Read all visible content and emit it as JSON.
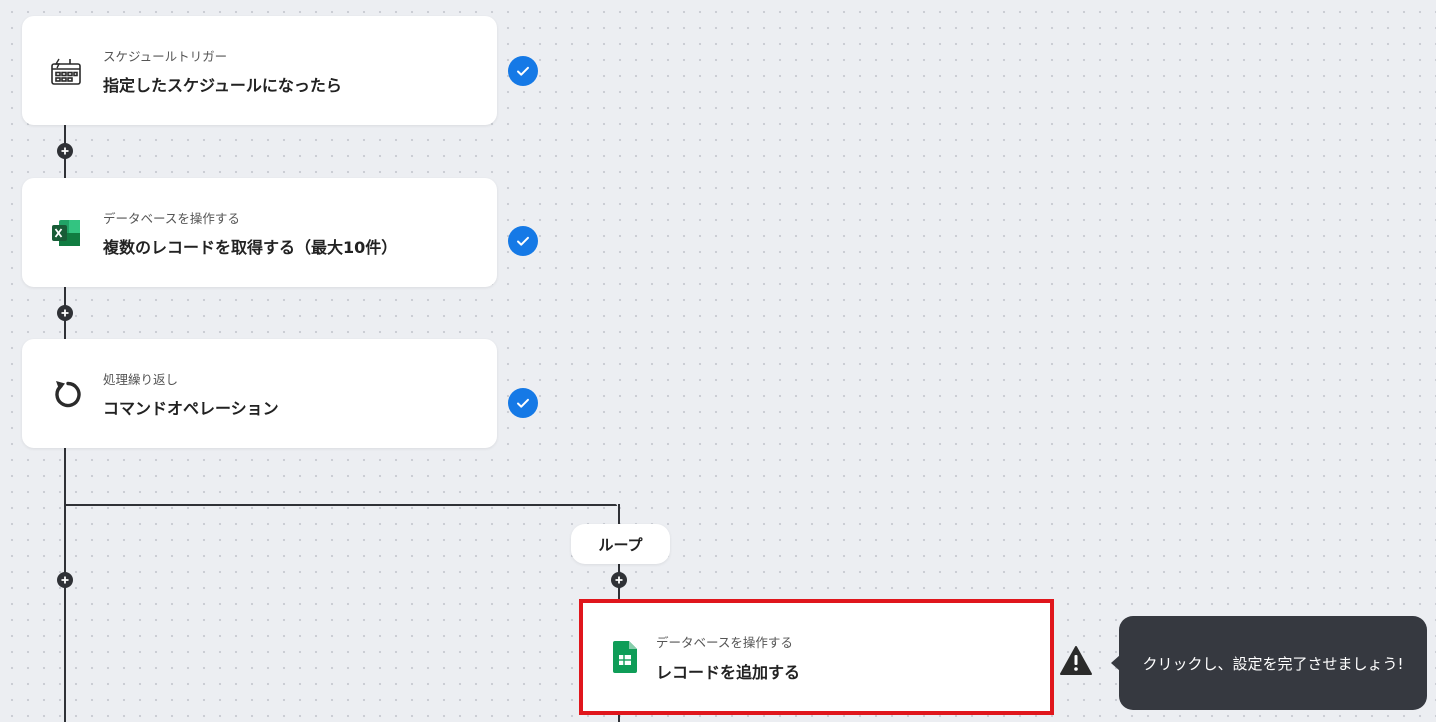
{
  "steps": [
    {
      "subtitle": "スケジュールトリガー",
      "title": "指定したスケジュールになったら",
      "icon": "calendar-clock-icon",
      "completed": true
    },
    {
      "subtitle": "データベースを操作する",
      "title": "複数のレコードを取得する（最大10件）",
      "icon": "excel-icon",
      "completed": true
    },
    {
      "subtitle": "処理繰り返し",
      "title": "コマンドオペレーション",
      "icon": "loop-arrow-icon",
      "completed": true
    }
  ],
  "loop": {
    "label": "ループ"
  },
  "loop_step": {
    "subtitle": "データベースを操作する",
    "title": "レコードを追加する",
    "icon": "google-sheets-icon",
    "highlighted": true,
    "warning_icon": "warning-icon",
    "tooltip": "クリックし、設定を完了させましょう!"
  },
  "colors": {
    "check": "#1579e6",
    "highlight_border": "#e0161c",
    "tooltip_bg": "#363940",
    "connector": "#2f3136"
  }
}
